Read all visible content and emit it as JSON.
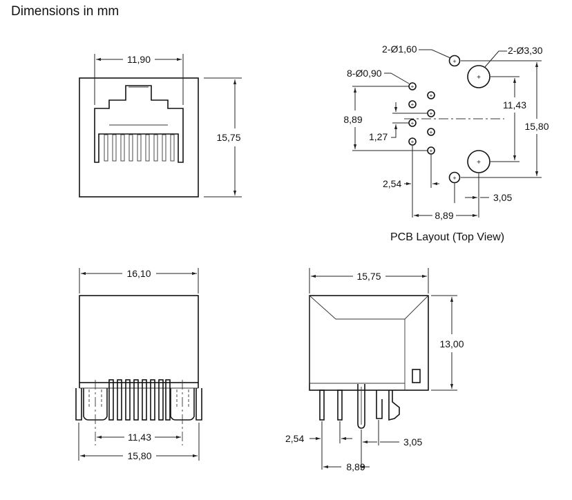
{
  "title": "Dimensions in mm",
  "front_view": {
    "width_opening": "11,90",
    "height": "15,75"
  },
  "pcb_layout": {
    "caption": "PCB Layout (Top View)",
    "large_holes": "2-Ø3,30",
    "small_holes": "2-Ø1,60",
    "pin_holes": "8-Ø0,90",
    "pin_span": "8,89",
    "pin_pitch": "1,27",
    "row_spacing": "2,54",
    "large_hole_spacing": "11,43",
    "small_hole_spacing": "15,80",
    "large_hole_offset": "3,05",
    "horizontal_span": "8,89"
  },
  "bottom_view": {
    "body_width": "16,10",
    "peg_spacing": "11,43",
    "overall_width": "15,80"
  },
  "side_view": {
    "depth": "15,75",
    "height": "13,00",
    "row_spacing": "2,54",
    "peg_offset": "3,05",
    "span": "8,89"
  }
}
